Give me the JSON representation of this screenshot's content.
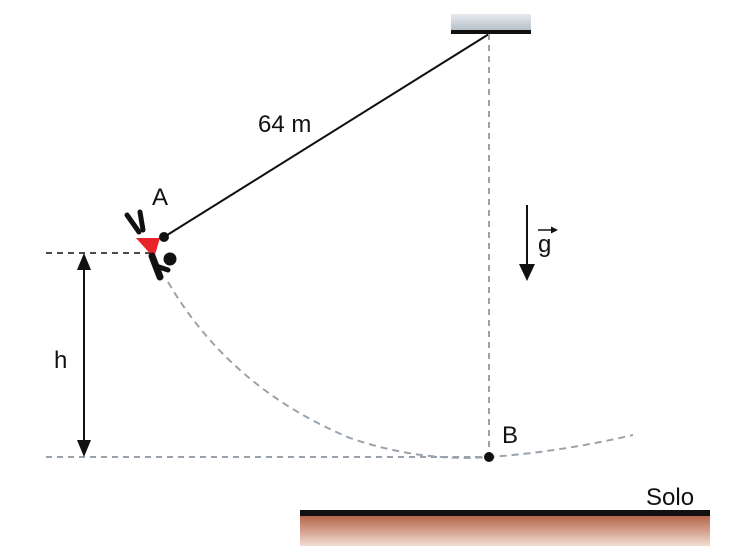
{
  "labels": {
    "rope_length": "64 m",
    "point_a": "A",
    "point_b": "B",
    "height": "h",
    "gravity": "g",
    "ground": "Solo"
  },
  "colors": {
    "line": "#111111",
    "dashed": "#9aa3ab",
    "harness": "#e8242a",
    "ceiling": "#c9d0d6",
    "ground_top": "#111111",
    "ground_soil": "#c47a5a"
  }
}
